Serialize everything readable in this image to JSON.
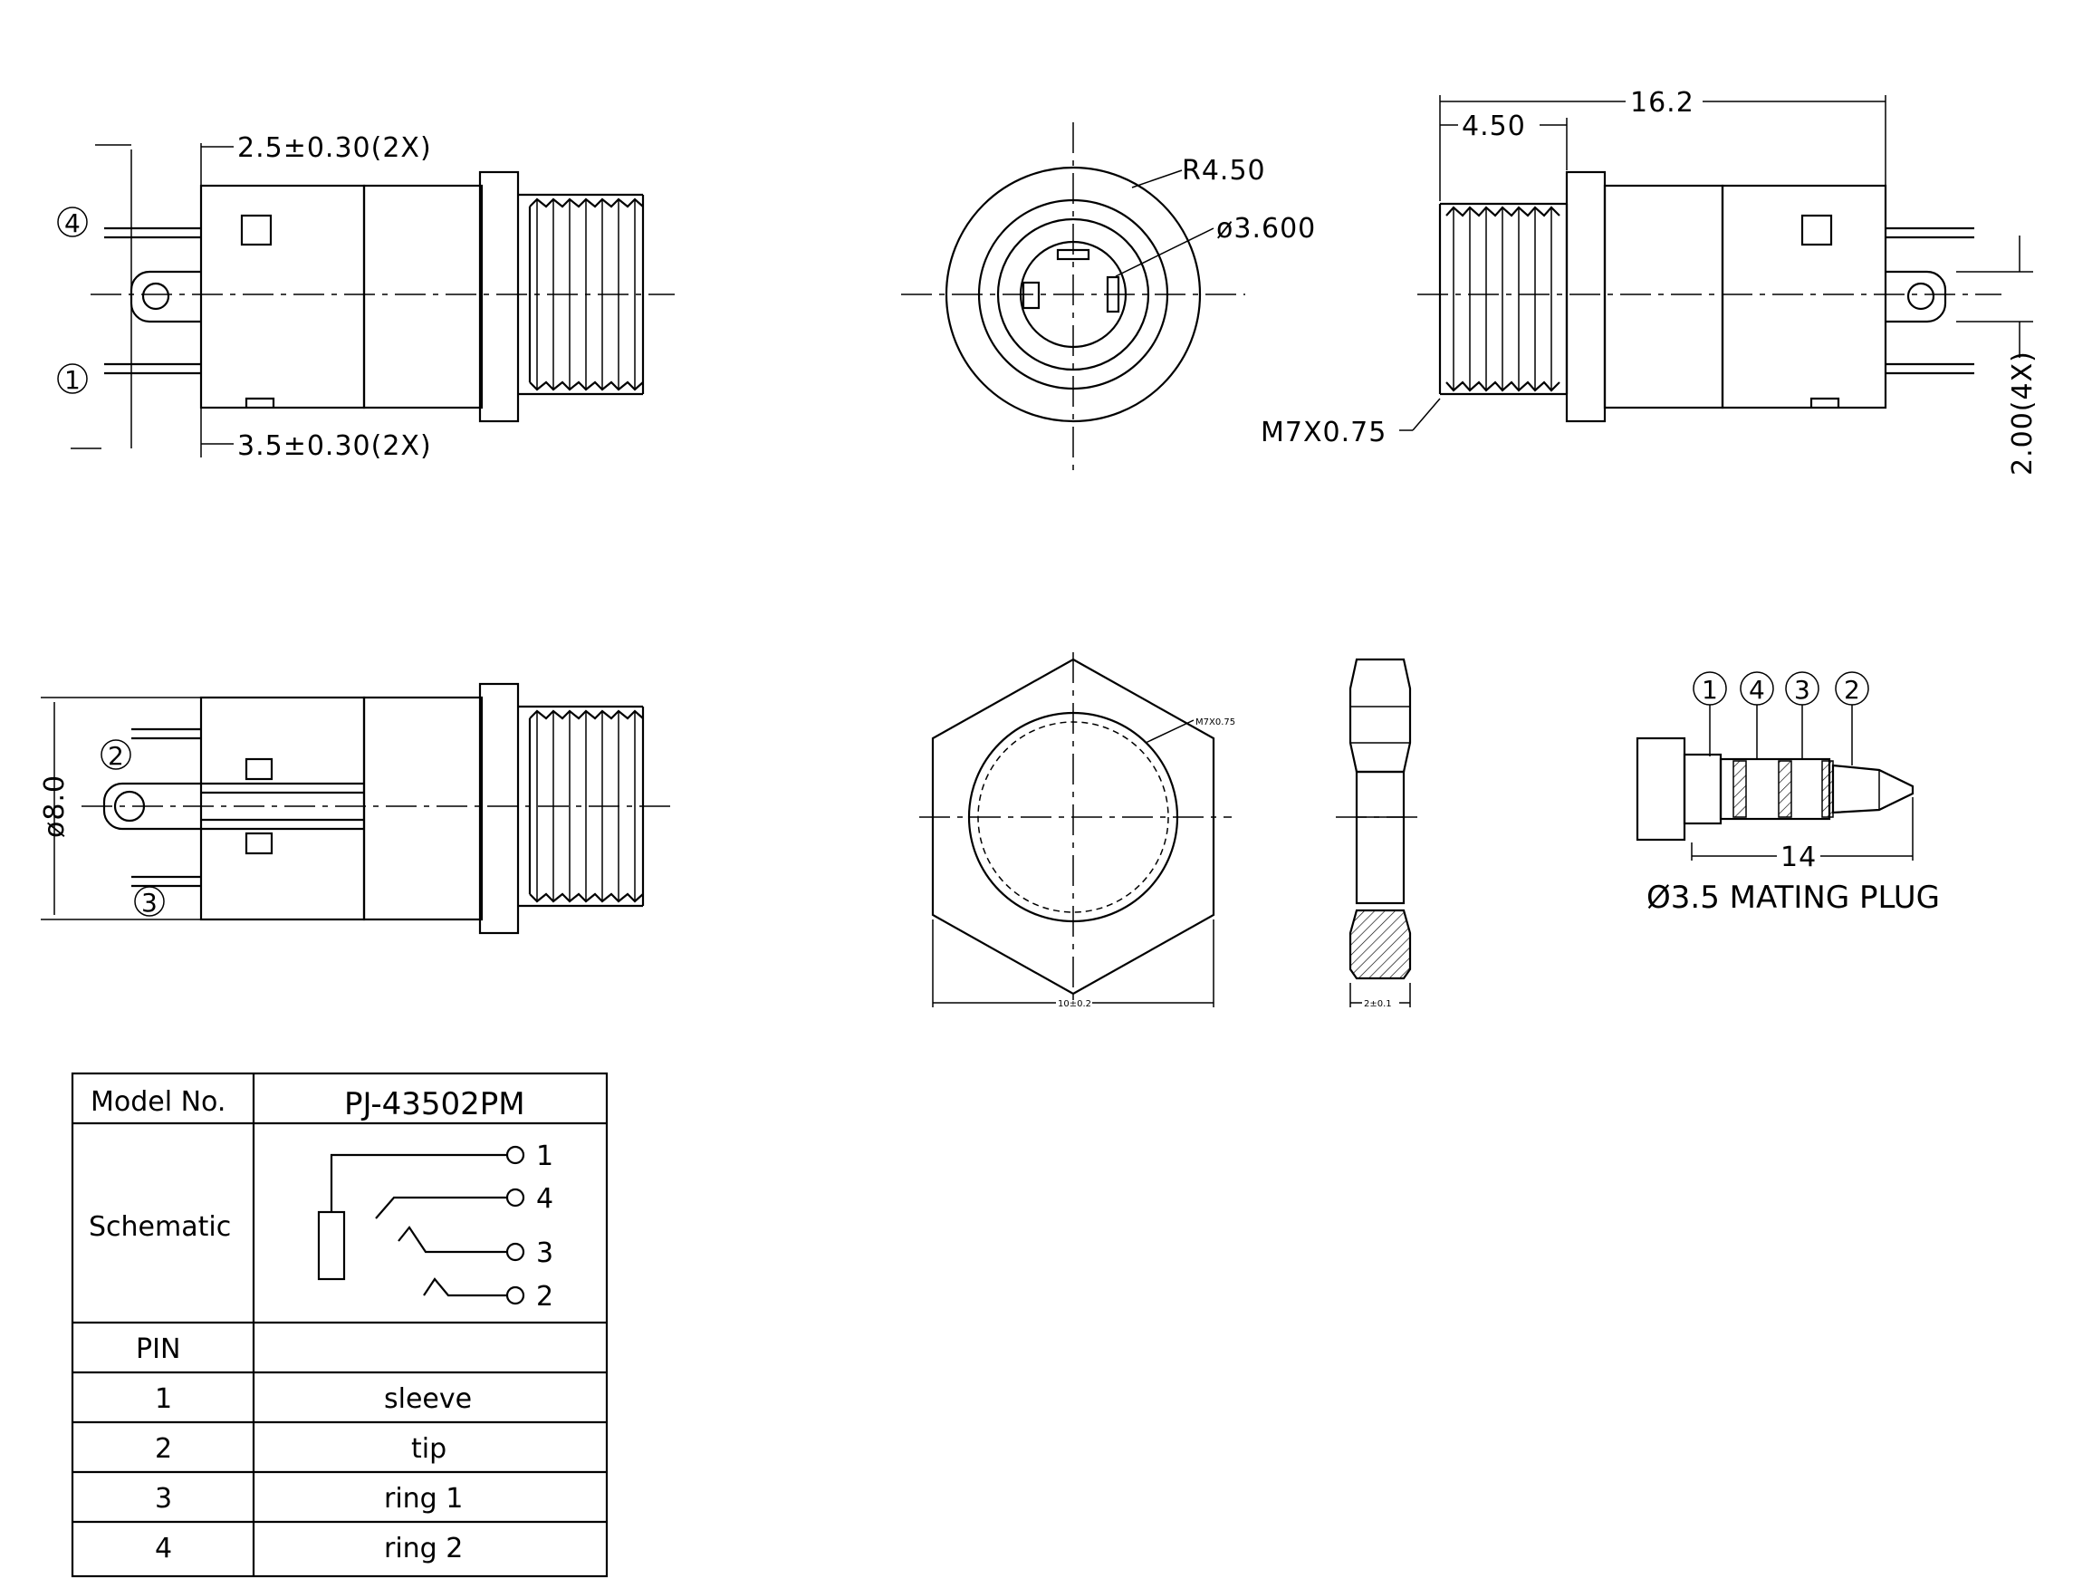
{
  "dimensions": {
    "pin_length_top": "2.5±0.30(2X)",
    "pin_length_bottom": "3.5±0.30(2X)",
    "radius": "R4.50",
    "bore_diameter": "ø3.600",
    "overall_length": "16.2",
    "thread_length": "4.50",
    "thread_spec": "M7X0.75",
    "pin_pitch": "2.00(4X)",
    "body_diameter": "ø8.0",
    "nut_thread": "M7X0.75",
    "nut_width": "10±0.2",
    "nut_thickness": "2±0.1",
    "plug_length": "14",
    "plug_caption": "Ø3.5 MATING PLUG"
  },
  "pin_callouts": {
    "side_view": [
      "4",
      "1"
    ],
    "bottom_view": [
      "2",
      "3"
    ],
    "plug": [
      "1",
      "4",
      "3",
      "2"
    ]
  },
  "table": {
    "model_label": "Model No.",
    "model_value": "PJ-43502PM",
    "schematic_label": "Schematic",
    "schematic_pins": [
      "1",
      "4",
      "3",
      "2"
    ],
    "pin_header": "PIN",
    "rows": [
      {
        "pin": "1",
        "name": "sleeve"
      },
      {
        "pin": "2",
        "name": "tip"
      },
      {
        "pin": "3",
        "name": "ring 1"
      },
      {
        "pin": "4",
        "name": "ring 2"
      }
    ]
  }
}
